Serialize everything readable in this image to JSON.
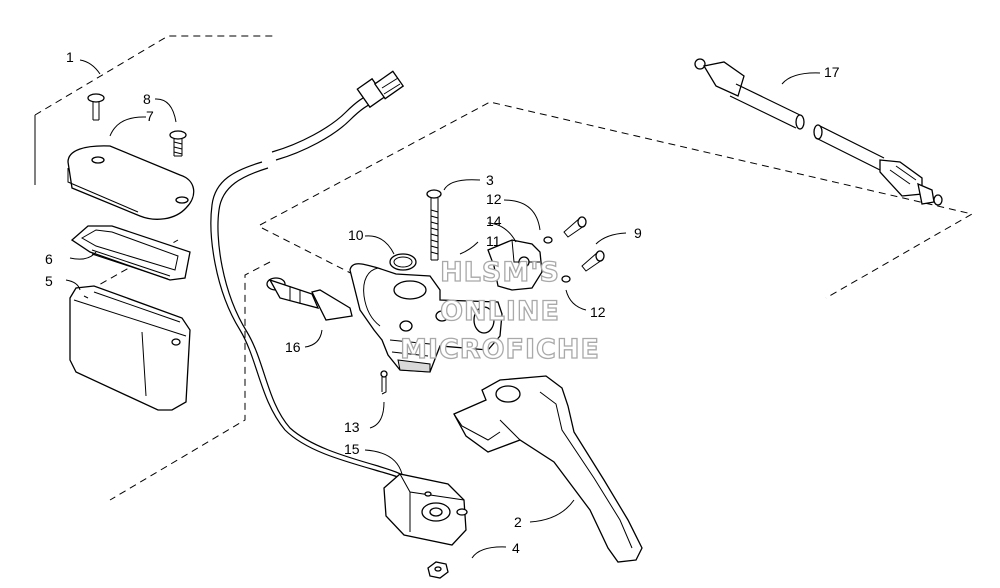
{
  "diagram": {
    "callouts": [
      "1",
      "2",
      "3",
      "4",
      "5",
      "6",
      "7",
      "8",
      "9",
      "10",
      "11",
      "12",
      "12",
      "13",
      "14",
      "15",
      "16",
      "17"
    ],
    "watermark": {
      "line1": "HLSM'S",
      "line2": "ONLINE",
      "line3": "MICROFICHE"
    }
  }
}
